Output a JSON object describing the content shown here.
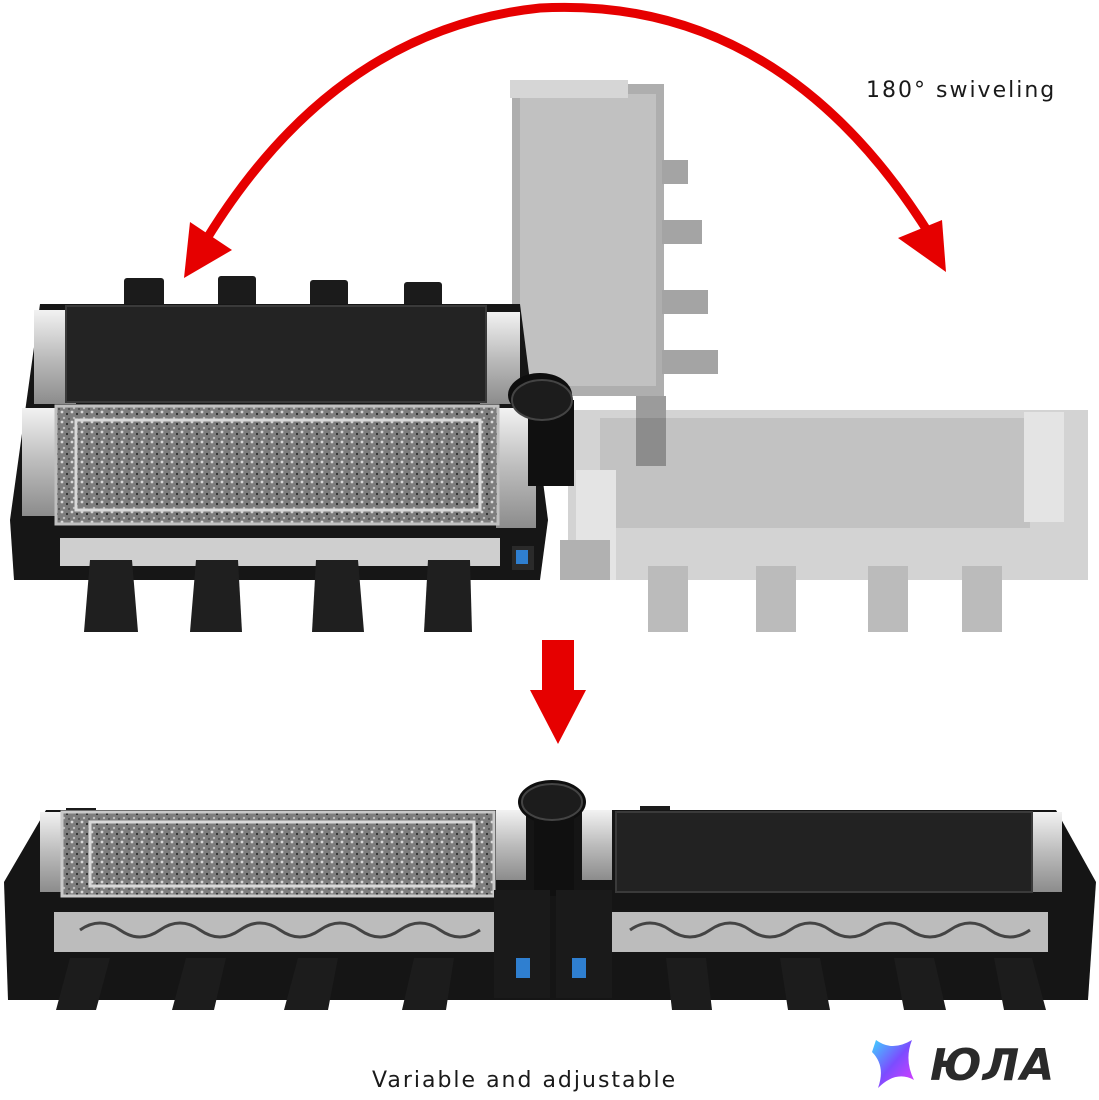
{
  "captions": {
    "swivel": "180° swiveling",
    "variable": "Variable and adjustable"
  },
  "brand": {
    "name": "ЮЛА",
    "logo_colors": [
      "#3fd2ff",
      "#7b4dff",
      "#e23cff"
    ]
  },
  "colors": {
    "arrow": "#e60000",
    "grill_plate": "#1e1e1e",
    "stone": "#8a8a8a",
    "steel": "#c9c9c9",
    "ghost": "#9a9a9a"
  }
}
